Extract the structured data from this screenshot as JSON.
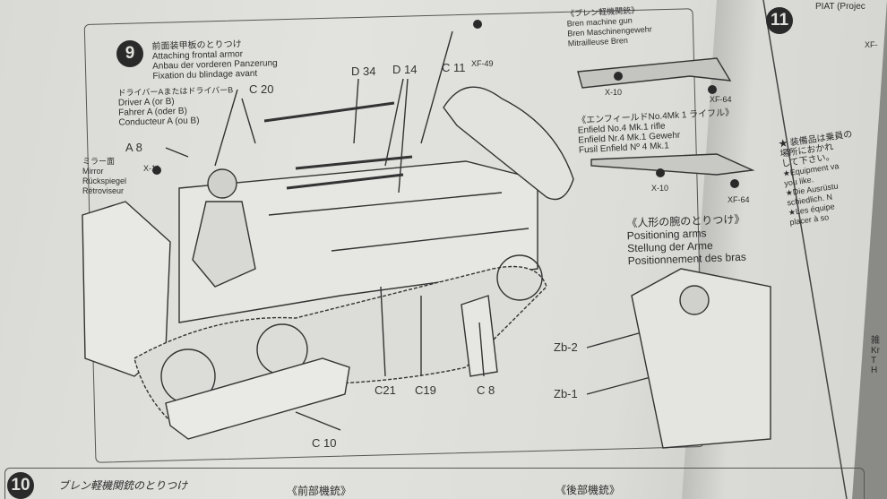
{
  "step9": {
    "number": "9",
    "title_jp": "前面装甲板のとりつけ",
    "title_en": "Attaching frontal armor",
    "title_de": "Anbau der vorderen Panzerung",
    "title_fr": "Fixation du blindage avant"
  },
  "driver": {
    "jp": "ドライバーAまたはドライバーB",
    "en": "Driver A (or B)",
    "de": "Fahrer A (oder B)",
    "fr": "Conducteur A (ou B)"
  },
  "mirror": {
    "jp": "ミラー面",
    "en": "Mirror",
    "de": "Rückspiegel",
    "fr": "Rétroviseur"
  },
  "parts": {
    "a8": "A 8",
    "x11": "X-11",
    "c20": "C 20",
    "d34": "D 34",
    "d14": "D 14",
    "c11": "C 11",
    "xf49": "XF-49",
    "c21": "C21",
    "c19": "C19",
    "c8": "C 8",
    "c10": "C 10",
    "zb2": "Zb-2",
    "zb1": "Zb-1"
  },
  "bren": {
    "jp": "《ブレン軽機関銃》",
    "en": "Bren machine gun",
    "de": "Bren Maschinengewehr",
    "fr": "Mitrailleuse Bren",
    "paint1": "X-10",
    "paint2": "XF-64"
  },
  "enfield": {
    "jp": "《エンフィールドNo.4Mk 1 ライフル》",
    "en": "Enfield No.4 Mk.1 rifle",
    "de": "Enfield Nr.4 Mk.1 Gewehr",
    "fr": "Fusil Enfield Nº 4 Mk.1",
    "paint1": "X-10",
    "paint2": "XF-64"
  },
  "arms": {
    "jp": "《人形の腕のとりつけ》",
    "en": "Positioning arms",
    "de": "Stellung der Arme",
    "fr": "Positionnement des bras"
  },
  "step11": {
    "number": "11",
    "title": "PIAT (Projec",
    "paint": "XF-",
    "note_jp1": "★ 装備品は乗員の",
    "note_jp2": "場所におかれ",
    "note_jp3": "して下さい。",
    "note_en1": "★Equipment va",
    "note_en2": "you like.",
    "note_de1": "★Die Ausrüstu",
    "note_de2": "schiedlich. N",
    "note_fr1": "★Les équipe",
    "note_fr2": "placer à so",
    "misc": "雑",
    "k1": "Kr",
    "k2": "T",
    "k3": "H"
  },
  "step10": {
    "number": "10",
    "title_jp": "ブレン軽機関銃のとりつけ",
    "front": "《前部機銃》",
    "rear": "《後部機銃》"
  }
}
